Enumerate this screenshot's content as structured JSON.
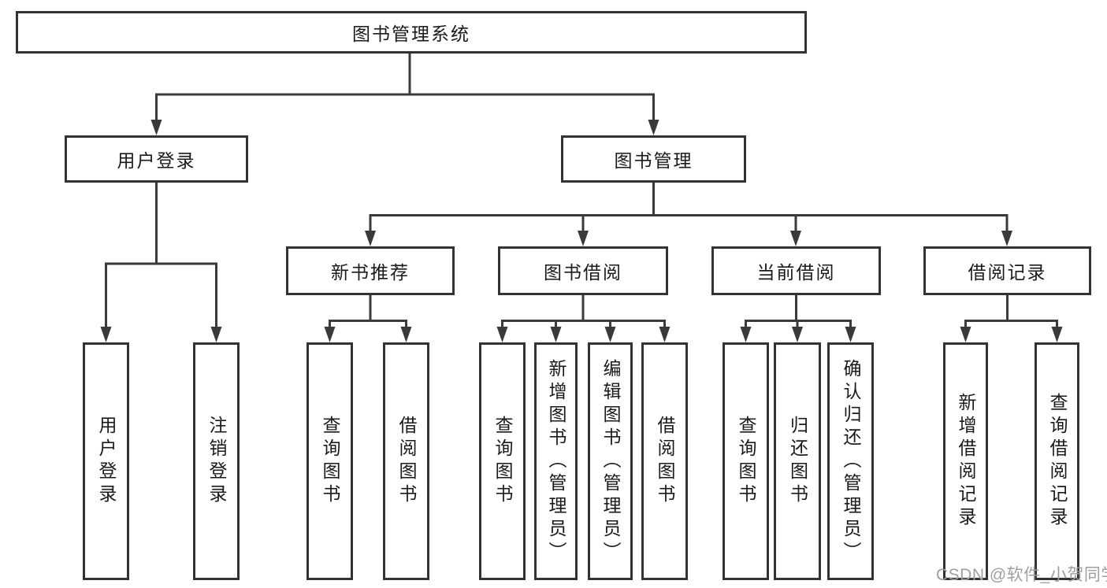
{
  "diagram": {
    "root": {
      "label": "图书管理系统"
    },
    "level2": [
      {
        "label": "用户登录"
      },
      {
        "label": "图书管理"
      }
    ],
    "level3": [
      {
        "label": "新书推荐",
        "parent": "图书管理"
      },
      {
        "label": "图书借阅",
        "parent": "图书管理"
      },
      {
        "label": "当前借阅",
        "parent": "图书管理"
      },
      {
        "label": "借阅记录",
        "parent": "图书管理"
      }
    ],
    "leaves": [
      {
        "label": "用户登录",
        "parent": "用户登录"
      },
      {
        "label": "注销登录",
        "parent": "用户登录"
      },
      {
        "label": "查询图书",
        "parent": "新书推荐"
      },
      {
        "label": "借阅图书",
        "parent": "新书推荐"
      },
      {
        "label": "查询图书",
        "parent": "图书借阅"
      },
      {
        "label": "新增图书（管理员）",
        "parent": "图书借阅"
      },
      {
        "label": "编辑图书（管理员）",
        "parent": "图书借阅"
      },
      {
        "label": "借阅图书",
        "parent": "图书借阅"
      },
      {
        "label": "查询图书",
        "parent": "当前借阅"
      },
      {
        "label": "归还图书",
        "parent": "当前借阅"
      },
      {
        "label": "确认归还（管理员）",
        "parent": "当前借阅"
      },
      {
        "label": "新增借阅记录",
        "parent": "借阅记录"
      },
      {
        "label": "查询借阅记录",
        "parent": "借阅记录"
      }
    ],
    "watermark": "CSDN @软件_小贺同学",
    "colors": {
      "line": "#3a3a3a",
      "border": "#333333",
      "text": "#1a1a1a",
      "watermark": "#9f9f9f"
    }
  }
}
